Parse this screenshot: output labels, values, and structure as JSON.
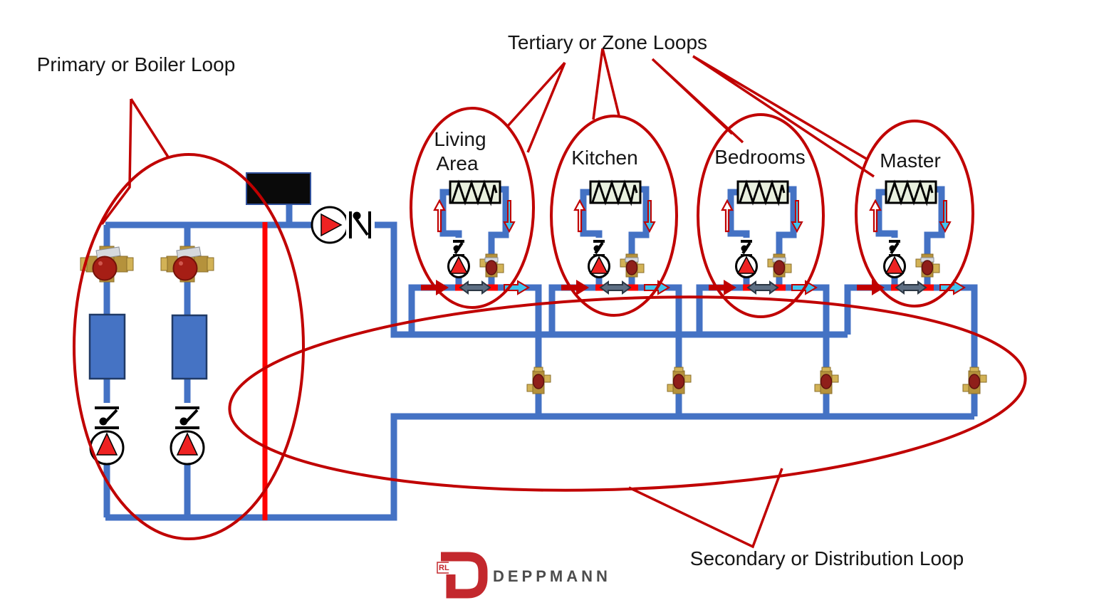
{
  "annotations": {
    "primary_label": "Primary or Boiler Loop",
    "tertiary_label": "Tertiary or Zone Loops",
    "secondary_label": "Secondary or Distribution Loop"
  },
  "zones": [
    {
      "label_line1": "Living",
      "label_line2": "Area"
    },
    {
      "label": "Kitchen"
    },
    {
      "label": "Bedrooms"
    },
    {
      "label": "Master"
    }
  ],
  "logo": {
    "monogram": "RL",
    "wordmark": "DEPPMANN"
  },
  "icons": [
    "pump-icon",
    "ball-valve-icon",
    "check-valve-icon",
    "mixing-valve-icon",
    "balance-valve-icon",
    "heat-exchanger-icon",
    "expansion-tank-icon",
    "boiler-icon",
    "flow-arrow-icon"
  ],
  "colors": {
    "pipe_blue": "#4472c4",
    "callout_red": "#c00000",
    "bright_red": "#ff0000",
    "pump_triangle_red": "#ee2222",
    "cyan_arrow": "#3fc4f0",
    "gray_arrow": "#5d6e83",
    "heat_exchanger_fill": "#e9f0df",
    "boiler_fill": "#4573c4",
    "tank_fill": "#0a0a0a",
    "brass": "#b5923c",
    "valve_knob_red": "#a61e15",
    "logo_red": "#c3282d",
    "logo_gray": "#4d4d4d"
  }
}
